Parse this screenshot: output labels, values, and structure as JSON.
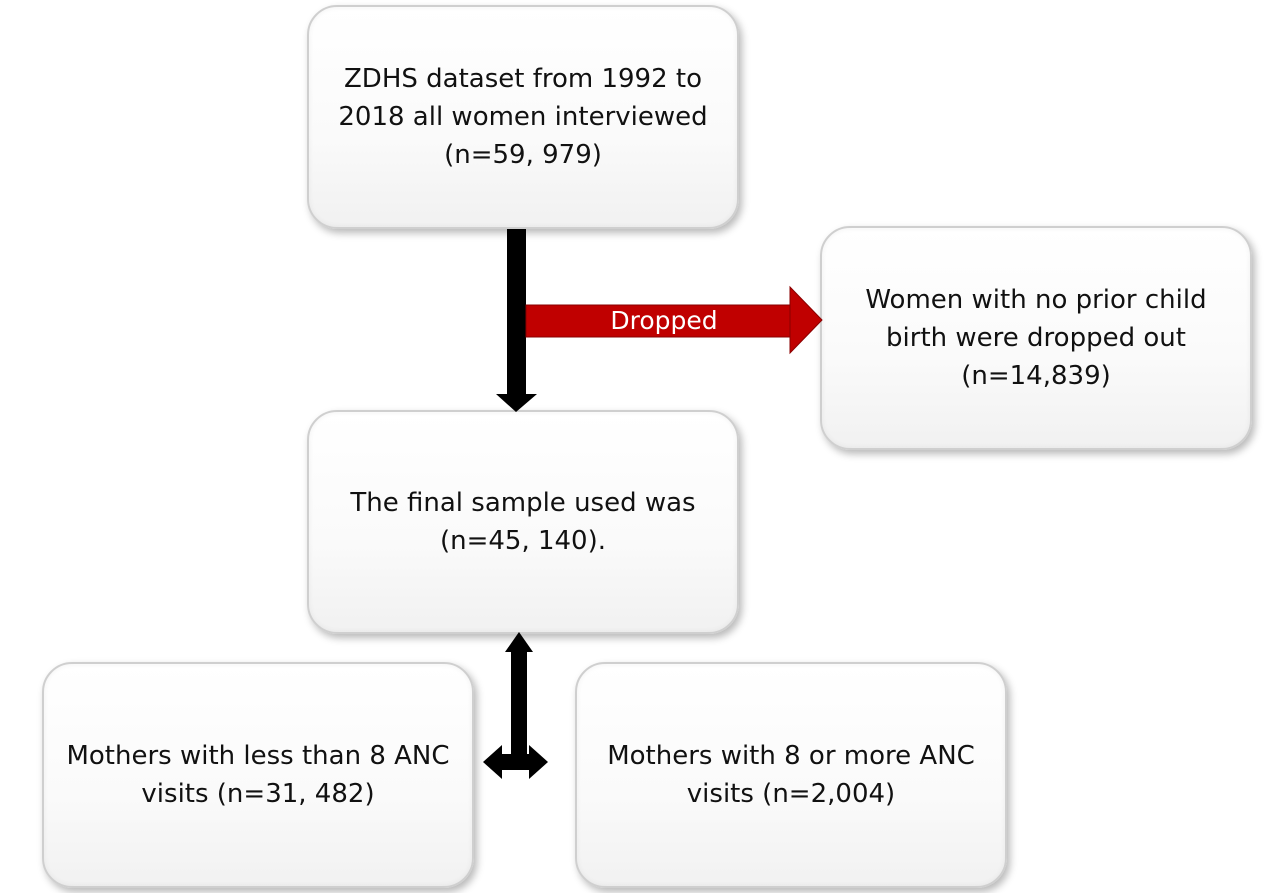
{
  "boxes": {
    "source": "ZDHS dataset from 1992 to\n2018 all women interviewed\n(n=59, 979)",
    "dropped": "Women with no prior child\nbirth were dropped out\n(n=14,839)",
    "final": "The final sample used was\n(n=45, 140).",
    "less_than_8": "Mothers with less than 8 ANC\nvisits (n=31, 482)",
    "eight_or_more": "Mothers with 8 or more ANC\nvisits (n=2,004)"
  },
  "arrows": {
    "dropped_label": "Dropped",
    "dropped_color": "#c00000",
    "main_color": "#000000"
  }
}
